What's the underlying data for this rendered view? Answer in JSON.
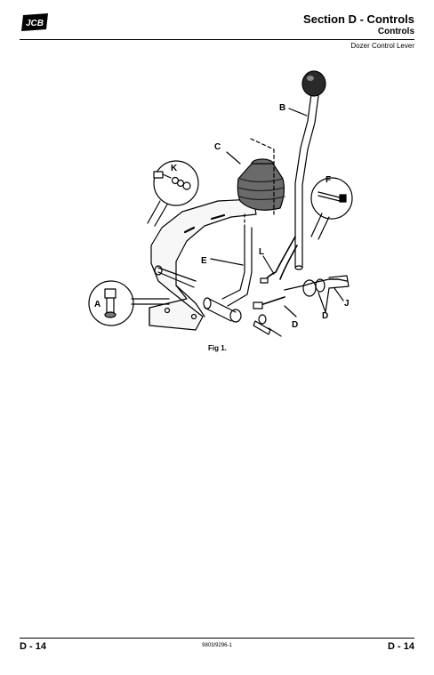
{
  "header": {
    "logo_text": "JCB",
    "section_title": "Section D - Controls",
    "section_subtitle": "Controls",
    "page_subtitle": "Dozer Control Lever"
  },
  "figure": {
    "caption": "Fig 1.",
    "callouts": {
      "a": "A",
      "b": "B",
      "c": "C",
      "d1": "D",
      "d2": "D",
      "e": "E",
      "f": "F",
      "j": "J",
      "k": "K",
      "l": "L"
    }
  },
  "footer": {
    "page_left": "D - 14",
    "doc_number": "9803/9296-1",
    "page_right": "D - 14"
  }
}
